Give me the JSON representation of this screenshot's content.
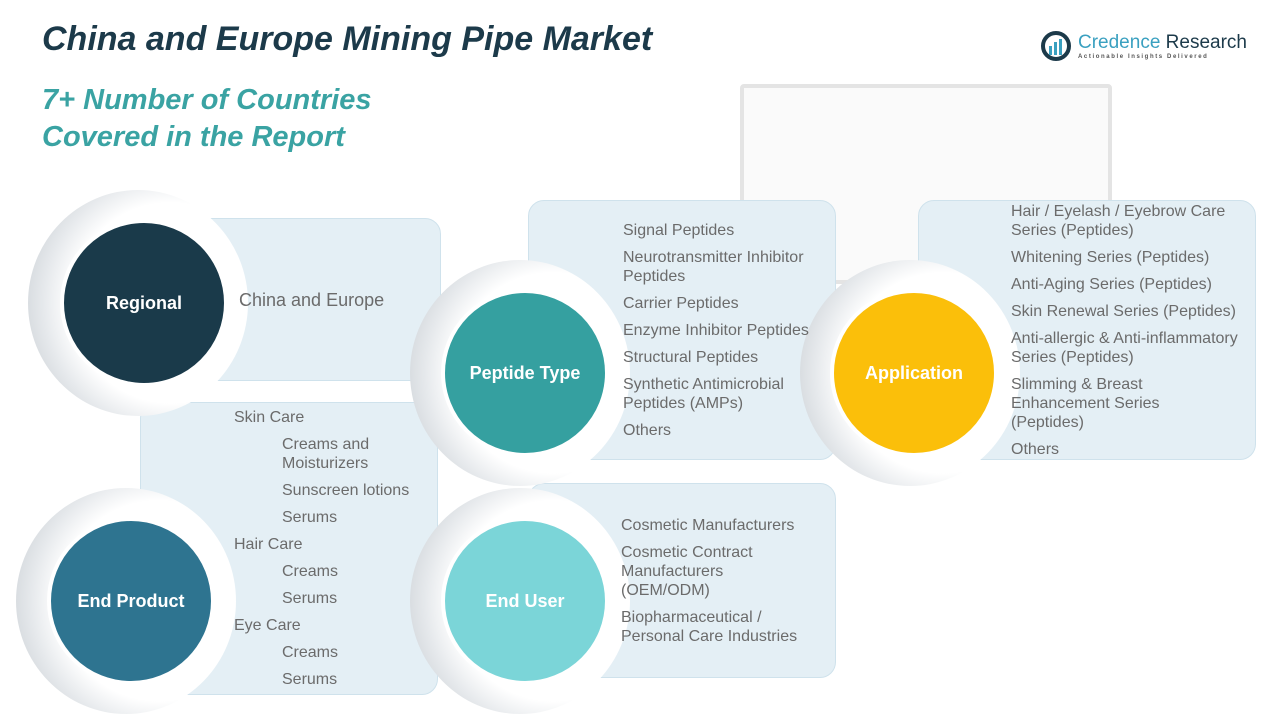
{
  "title": "China and Europe Mining Pipe Market",
  "subtitle": "7+ Number of Countries Covered in the Report",
  "logo": {
    "name_a": "Credence",
    "name_b": " Research",
    "tagline": "Actionable Insights Delivered"
  },
  "colors": {
    "regional": "#1a3a4a",
    "peptide": "#35a0a0",
    "application": "#fbbf0a",
    "end_product": "#2e7490",
    "end_user": "#7bd5d8"
  },
  "segments": {
    "regional": {
      "label": "Regional",
      "items": [
        "China and Europe"
      ]
    },
    "peptide": {
      "label": "Peptide Type",
      "items": [
        "Signal Peptides",
        "Neurotransmitter Inhibitor Peptides",
        "Carrier Peptides",
        "Enzyme Inhibitor Peptides",
        "Structural Peptides",
        "Synthetic Antimicrobial Peptides (AMPs)",
        "Others"
      ]
    },
    "application": {
      "label": "Application",
      "items": [
        "Hair / Eyelash / Eyebrow Care Series (Peptides)",
        "Whitening Series  (Peptides)",
        "Anti-Aging Series (Peptides)",
        "Skin Renewal Series (Peptides)",
        "Anti-allergic & Anti-inflammatory Series (Peptides)",
        "Slimming & Breast Enhancement Series (Peptides)",
        "Others"
      ]
    },
    "end_product": {
      "label": "End Product",
      "items": [
        "Skin Care",
        "Creams and Moisturizers",
        "Sunscreen lotions",
        "Serums",
        "Hair Care",
        "Creams",
        "Serums",
        "Eye Care",
        "Creams",
        "Serums"
      ]
    },
    "end_user": {
      "label": "End User",
      "items": [
        "Cosmetic Manufacturers",
        "Cosmetic Contract Manufacturers (OEM/ODM)",
        "Biopharmaceutical / Personal Care Industries"
      ]
    }
  }
}
